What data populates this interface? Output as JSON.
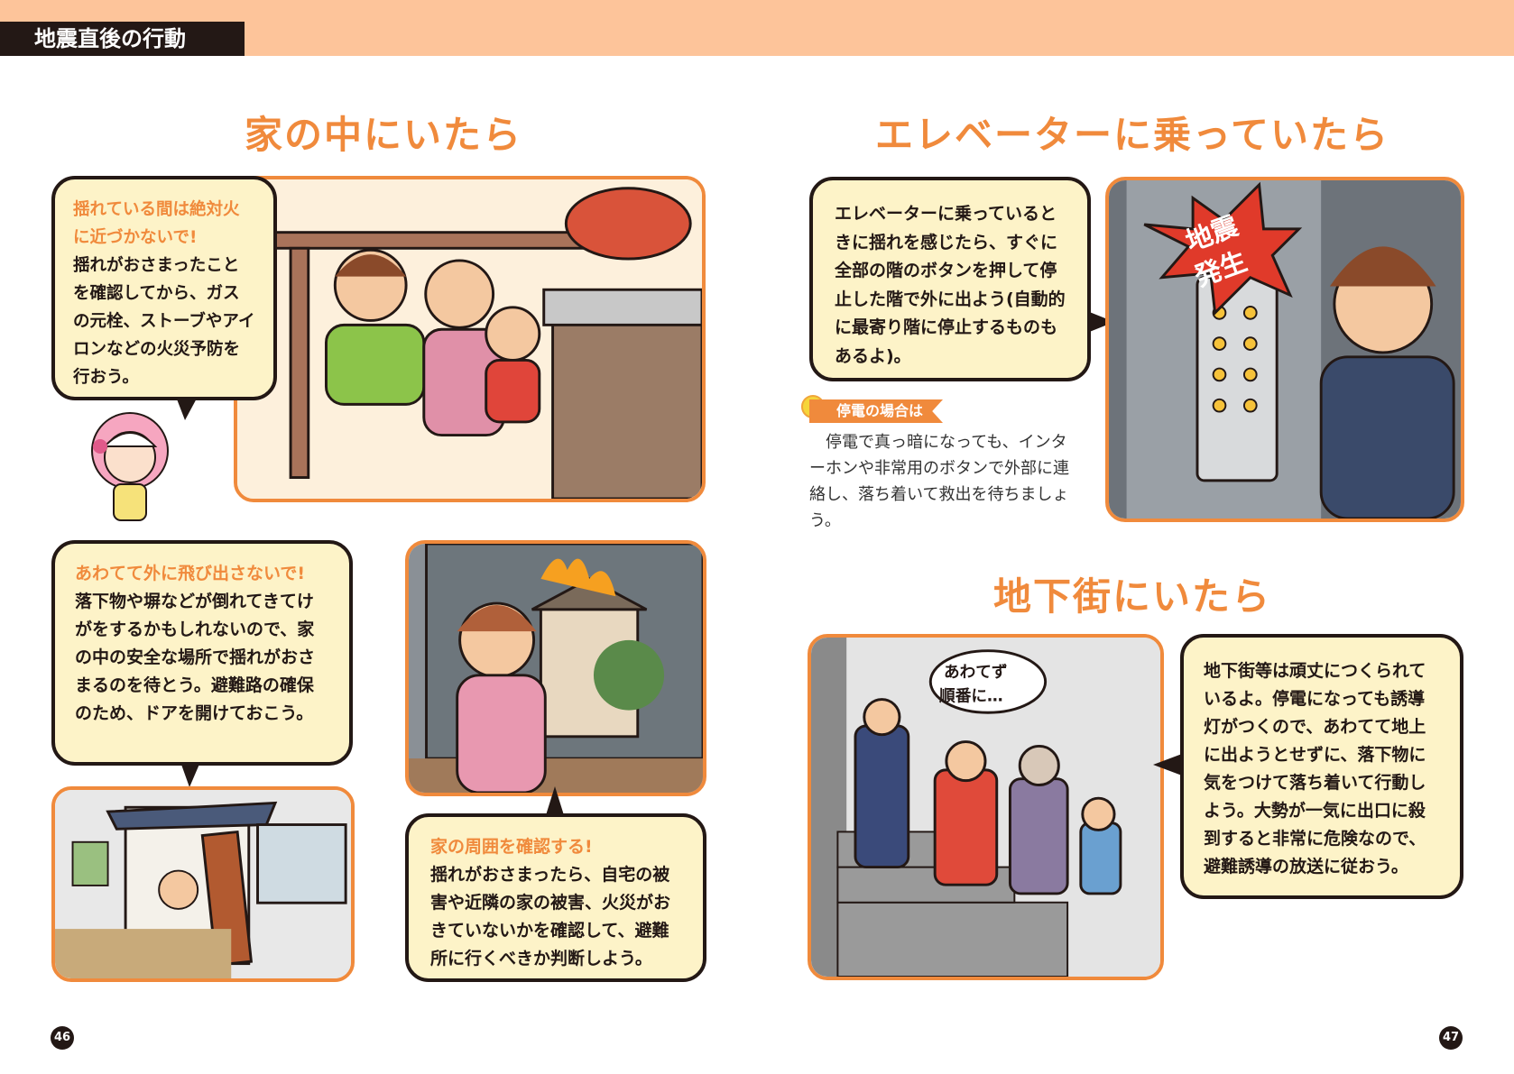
{
  "header": {
    "tag": "地震直後の行動"
  },
  "sections": {
    "home": {
      "title": "家の中にいたら",
      "bubble1": {
        "heading": "揺れている間は絶対火に近づかないで!",
        "body": "揺れがおさまったことを確認してから、ガスの元栓、ストーブやアイロンなどの火災予防を行おう。"
      },
      "bubble2": {
        "heading": "あわてて外に飛び出さないで!",
        "body": "落下物や塀などが倒れてきてけがをするかもしれないので、家の中の安全な場所で揺れがおさまるのを待とう。避難路の確保のため、ドアを開けておこう。"
      },
      "bubble3": {
        "heading": "家の周囲を確認する!",
        "body": "揺れがおさまったら、自宅の被害や近隣の家の被害、火災がおきていないかを確認して、避難所に行くべきか判断しよう。"
      }
    },
    "elevator": {
      "title": "エレベーターに乗っていたら",
      "bubble": "エレベーターに乗っているときに揺れを感じたら、すぐに全部の階のボタンを押して停止した階で外に出よう(自動的に最寄り階に停止するものもあるよ)。",
      "note_label": "停電の場合は",
      "note_text": "停電で真っ暗になっても、インターホンや非常用のボタンで外部に連絡し、落ち着いて救出を待ちましょう。",
      "illustration_text": [
        "地震",
        "発生"
      ]
    },
    "underground": {
      "title": "地下街にいたら",
      "bubble": "地下街等は頑丈につくられているよ。停電になっても誘導灯がつくので、あわてて地上に出ようとせずに、落下物に気をつけて落ち着いて行動しよう。大勢が一気に出口に殺到すると非常に危険なので、避難誘導の放送に従おう。",
      "illustration_text": [
        "あわてず",
        "順番に…"
      ]
    }
  },
  "page_numbers": {
    "left": "46",
    "right": "47"
  },
  "colors": {
    "accent": "#f08a3c",
    "header": "#fdc49a",
    "bubble": "#fdf3c8"
  }
}
